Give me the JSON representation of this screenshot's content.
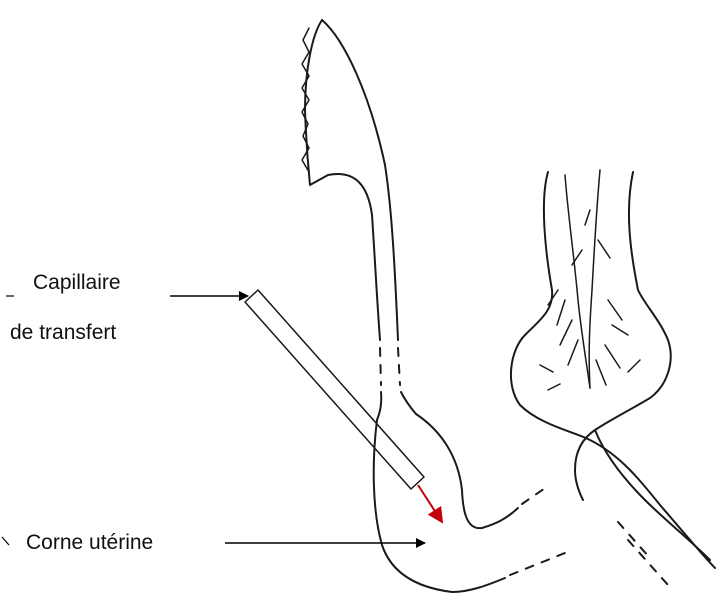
{
  "labels": {
    "capillary_line1": "Capillaire",
    "capillary_line2": "de transfert",
    "uterine_horn": "Corne utérine"
  },
  "colors": {
    "ink": "#1a1a1a",
    "arrow_red": "#c0000b"
  }
}
